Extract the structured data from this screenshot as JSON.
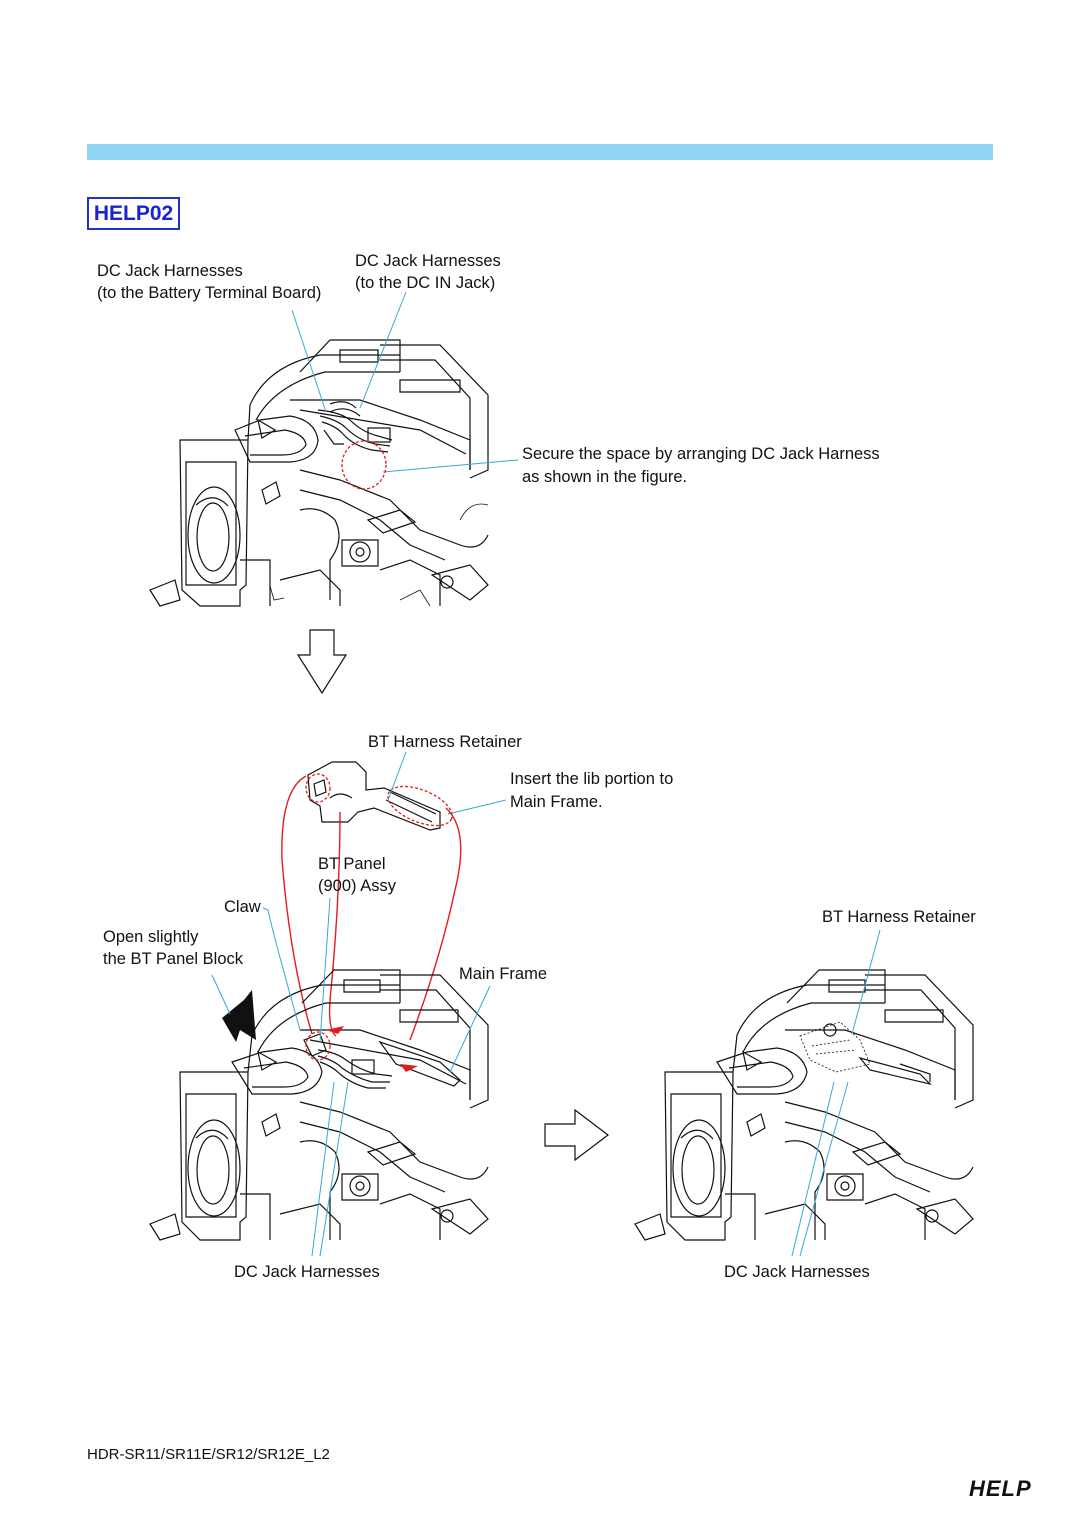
{
  "header": {
    "section_tag": "HELP02"
  },
  "figure_top": {
    "label_dc_battery_1": "DC Jack Harnesses",
    "label_dc_battery_2": "(to the Battery Terminal Board)",
    "label_dc_in_1": "DC Jack Harnesses",
    "label_dc_in_2": "(to the DC IN Jack)",
    "note_1": "Secure the space by arranging DC Jack Harness",
    "note_2": "as shown in the figure."
  },
  "figure_bottom_left": {
    "bt_harness_retainer": "BT Harness Retainer",
    "insert_note_1": "Insert the lib portion to",
    "insert_note_2": "Main Frame.",
    "bt_panel_1": "BT Panel",
    "bt_panel_2": "(900) Assy",
    "claw": "Claw",
    "open_slightly_1": "Open slightly",
    "open_slightly_2": "the BT Panel Block",
    "main_frame": "Main Frame",
    "dc_jack_harnesses": "DC Jack Harnesses"
  },
  "figure_bottom_right": {
    "bt_harness_retainer": "BT Harness Retainer",
    "dc_jack_harnesses": "DC Jack Harnesses"
  },
  "footer": {
    "model": "HDR-SR11/SR11E/SR12/SR12E_L2",
    "help_word": "HELP"
  },
  "colors": {
    "header_bar": "#93d5f5",
    "tag_blue": "#1a22d6",
    "leader_line": "#3aa6d8",
    "highlight_red": "#e31b1b"
  }
}
